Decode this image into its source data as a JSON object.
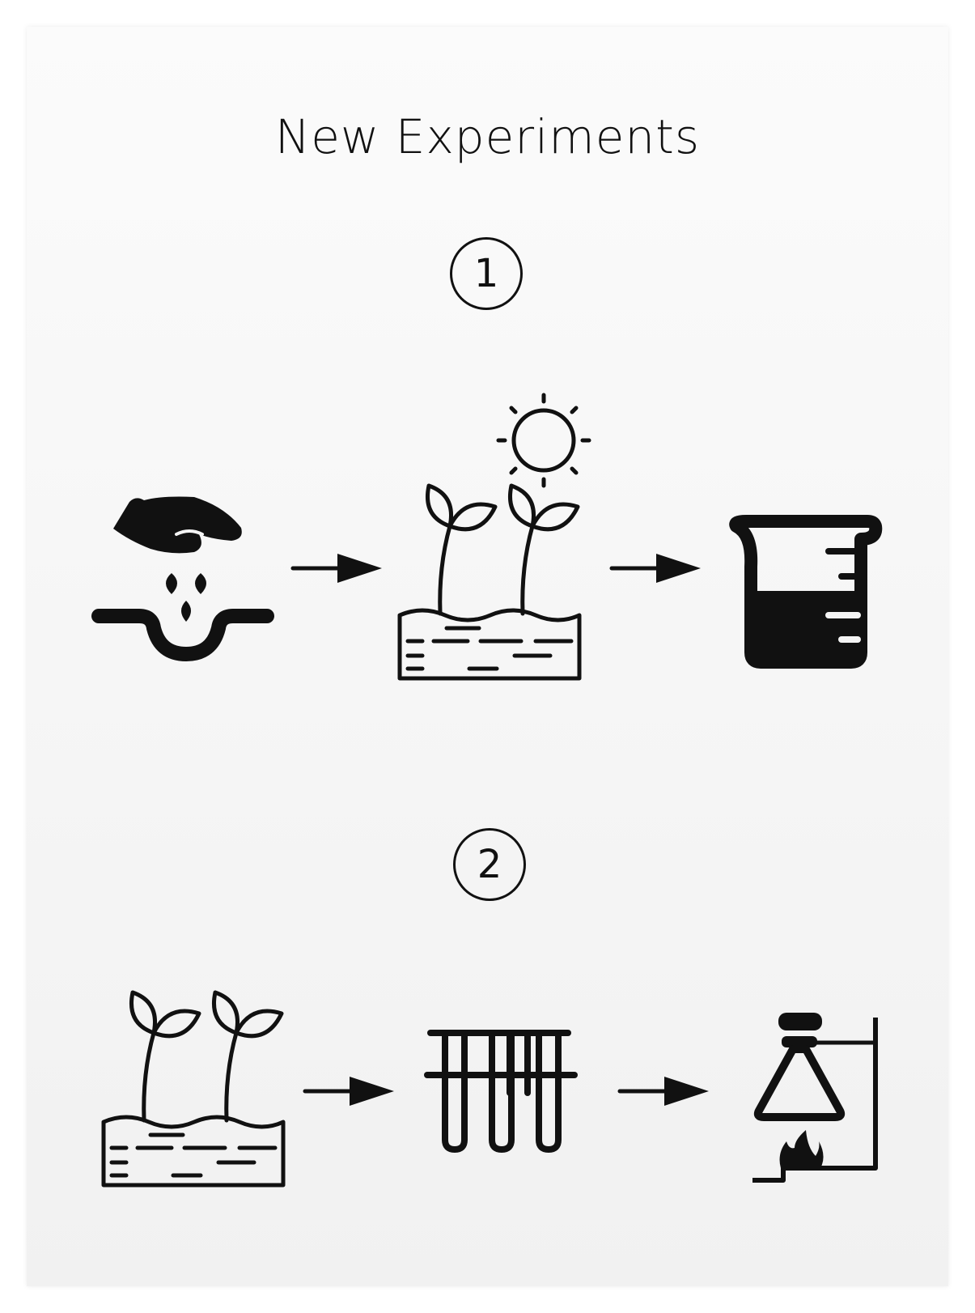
{
  "title": "New Experiments",
  "steps": [
    {
      "number": "1",
      "icons": [
        "hand-planting-seeds-icon",
        "arrow-right-icon",
        "sprouts-in-soil-with-sun-icon",
        "arrow-right-icon",
        "beaker-icon"
      ]
    },
    {
      "number": "2",
      "icons": [
        "sprouts-in-soil-icon",
        "arrow-right-icon",
        "test-tube-rack-icon",
        "arrow-right-icon",
        "flask-over-burner-icon"
      ]
    }
  ],
  "colors": {
    "ink": "#111111",
    "background": "#f5f5f5"
  }
}
